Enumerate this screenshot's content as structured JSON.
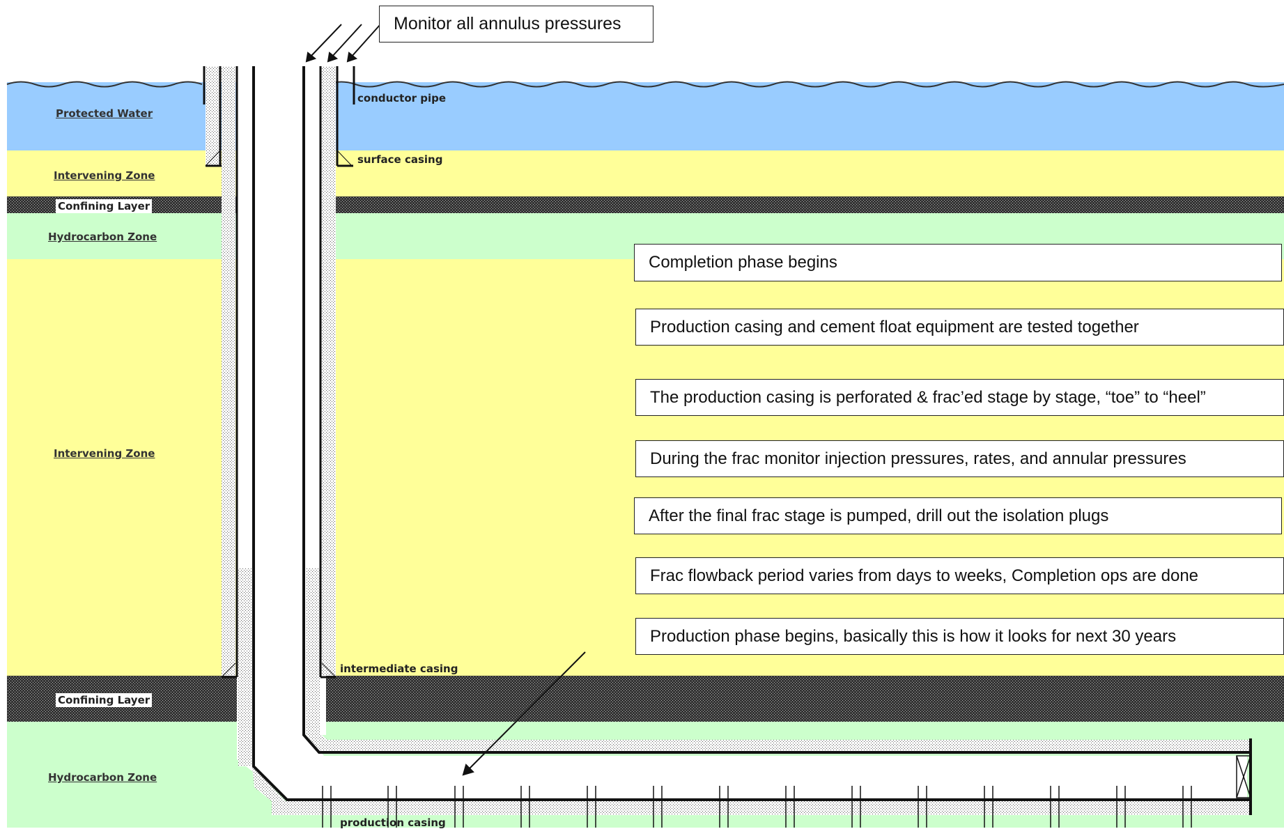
{
  "callout": {
    "text": "Monitor all annulus pressures"
  },
  "zones": [
    {
      "id": "protected-water",
      "label": "Protected Water",
      "color": "#99ccff"
    },
    {
      "id": "intervening-upper",
      "label": "Intervening Zone",
      "color": "#ffff99"
    },
    {
      "id": "confining-upper",
      "label": "Confining Layer",
      "color": "#444444"
    },
    {
      "id": "hydrocarbon-upper",
      "label": "Hydrocarbon Zone",
      "color": "#ccffcc"
    },
    {
      "id": "intervening-main",
      "label": "Intervening Zone",
      "color": "#ffff99"
    },
    {
      "id": "confining-lower",
      "label": "Confining Layer",
      "color": "#444444"
    },
    {
      "id": "hydrocarbon-lower",
      "label": "Hydrocarbon Zone",
      "color": "#ccffcc"
    }
  ],
  "pipes": {
    "conductor": "conductor pipe",
    "surface": "surface casing",
    "intermediate": "intermediate casing",
    "production": "production casing"
  },
  "steps": [
    "Completion phase begins",
    "Production casing and cement float equipment are tested together",
    "The production casing is perforated & frac’ed stage by stage, “toe” to “heel”",
    "During the frac monitor injection pressures, rates, and annular pressures",
    "After  the final frac stage is pumped, drill out the isolation plugs",
    "Frac flowback period varies from days to weeks, Completion ops are done",
    "Production phase begins, basically this is how it looks for next 30 years"
  ]
}
